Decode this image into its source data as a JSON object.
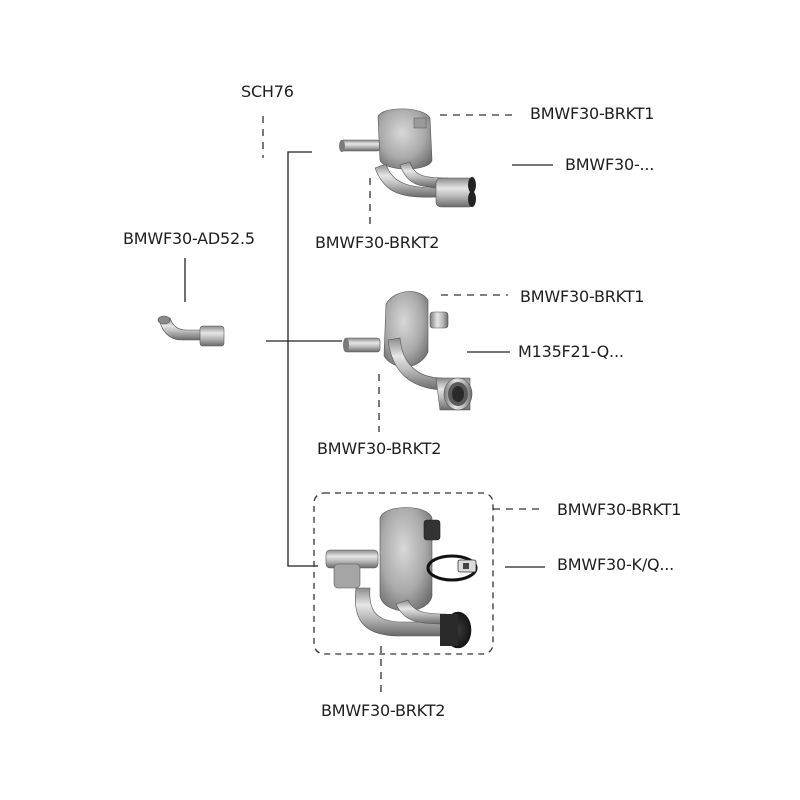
{
  "labels": {
    "sch76": "SCH76",
    "ad52": "BMWF30-AD52.5",
    "g1_brkt1": "BMWF30-BRKT1",
    "g1_part": "BMWF30-...",
    "g1_brkt2": "BMWF30-BRKT2",
    "g2_brkt1": "BMWF30-BRKT1",
    "g2_part": "M135F21-Q...",
    "g2_brkt2": "BMWF30-BRKT2",
    "g3_brkt1": "BMWF30-BRKT1",
    "g3_part": "BMWF30-K/Q...",
    "g3_brkt2": "BMWF30-BRKT2"
  },
  "colors": {
    "steel_light": "#e2e2e2",
    "steel_mid": "#b5b5b5",
    "steel_dark": "#6e6e6e",
    "tip_black": "#1b1b1b",
    "line": "#222222"
  }
}
